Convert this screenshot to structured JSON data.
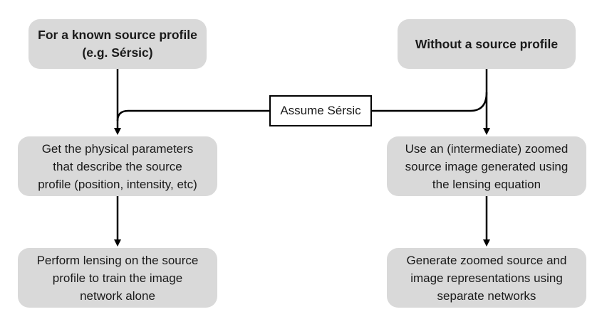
{
  "nodes": {
    "known_source": "For a known source profile\n(e.g. Sérsic)",
    "without_source": "Without a source profile",
    "physical_params": "Get the physical parameters\nthat describe the source\nprofile (position, intensity, etc)",
    "zoomed_source": "Use an (intermediate) zoomed\nsource image generated using\nthe lensing equation",
    "perform_lensing": "Perform lensing on the source\nprofile to train the image\nnetwork alone",
    "generate_zoomed": "Generate zoomed source and\nimage representations using\nseparate networks"
  },
  "connector_label": "Assume Sérsic"
}
